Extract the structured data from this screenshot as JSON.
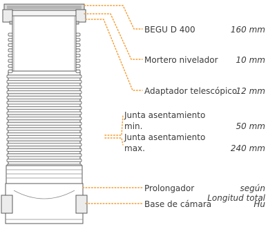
{
  "labels": {
    "begu": {
      "name": "BEGU D 400",
      "value": "160 mm"
    },
    "mortero": {
      "name": "Mortero nivelador",
      "value": "10 mm"
    },
    "adaptador": {
      "name": "Adaptador telescópico",
      "value": "12 mm"
    },
    "junta_min": {
      "name_l1": "Junta asentamiento",
      "name_l2": "min.",
      "value": "50 mm"
    },
    "junta_max": {
      "name_l1": "Junta asentamiento",
      "name_l2": "max.",
      "value": "240 mm"
    },
    "prolongador": {
      "name": "Prolongador",
      "value_l1": "según",
      "value_l2": "Longitud total"
    },
    "base": {
      "name": "Base de cámara",
      "value": "Hu"
    }
  },
  "colors": {
    "leader": "#f39a2e",
    "outline": "#5a5a5a",
    "text": "#3a3a3a"
  }
}
